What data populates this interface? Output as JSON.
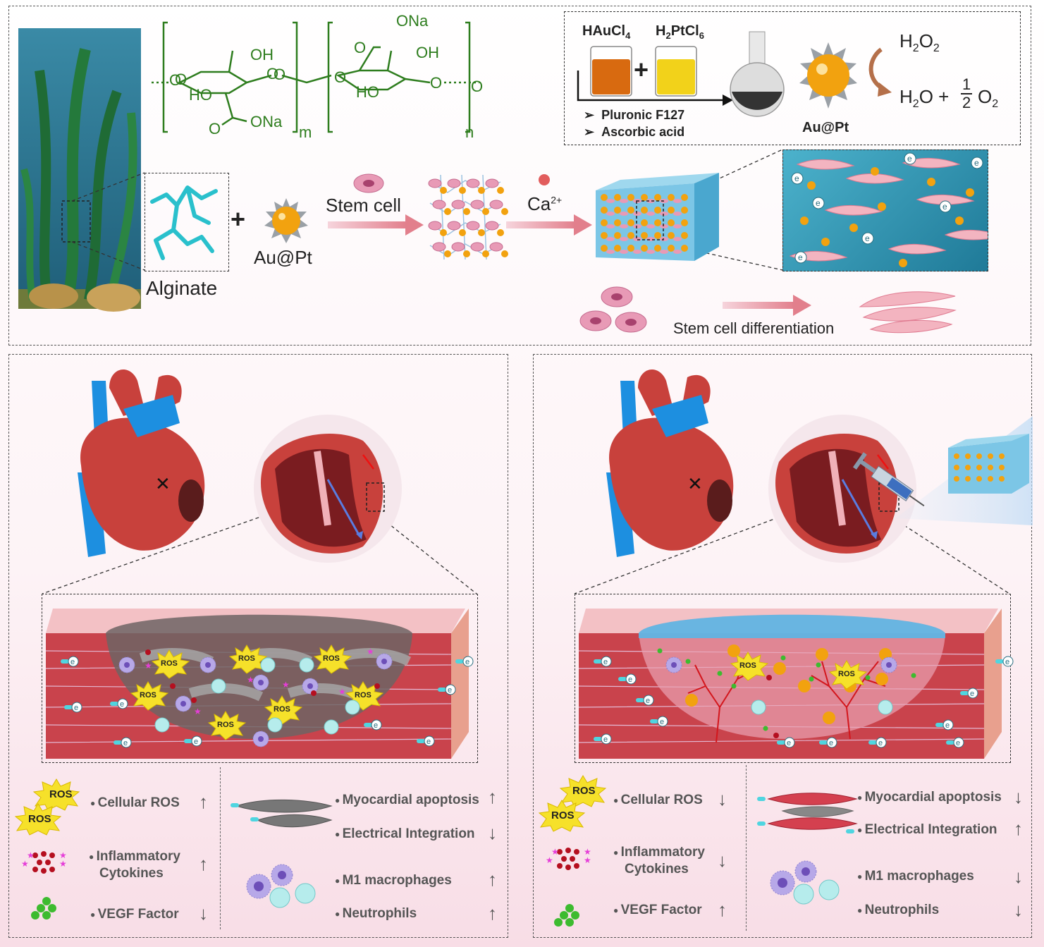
{
  "top": {
    "alginate_label": "Alginate",
    "chem": {
      "oh1": "OH",
      "o1": "O",
      "ho1": "HO",
      "o2": "O",
      "o3": "O",
      "ona1": "ONa",
      "m": "m",
      "ona2": "ONa",
      "o4": "O",
      "oh2": "OH",
      "ho2": "HO",
      "o5": "O",
      "o6": "O",
      "n": "n"
    },
    "synthesis": {
      "reagent1": "HAuCl",
      "reagent1_sub": "4",
      "reagent2": "H",
      "reagent2_sub": "2",
      "reagent2_rest": "PtCl",
      "reagent2_sub2": "6",
      "condition1": "Pluronic F127",
      "condition2": "Ascorbic acid",
      "product": "Au@Pt",
      "h2o2": "H",
      "h2o2_sub": "2",
      "h2o2_o": "O",
      "h2o2_sub2": "2",
      "products_h2o": "H",
      "products_h2o_sub": "2",
      "products_h2o_rest": "O +",
      "frac_num": "1",
      "frac_den": "2",
      "products_o2": "O",
      "products_o2_sub": "2"
    },
    "plus": "+",
    "aupt_label": "Au@Pt",
    "stem_cell_label": "Stem cell",
    "ca_label": "Ca",
    "ca_sup": "2+",
    "differentiation_label": "Stem cell differentiation",
    "e": "e"
  },
  "left": {
    "ros_burst_label": "ROS",
    "legend_col1": [
      {
        "label": "Cellular ROS",
        "trend": "↑"
      },
      {
        "label": "Inflammatory",
        "label2": "Cytokines",
        "trend": "↑"
      },
      {
        "label": "VEGF Factor",
        "trend": "↓"
      }
    ],
    "legend_col2": [
      {
        "label": "Myocardial apoptosis",
        "trend": "↑"
      },
      {
        "label": "Electrical Integration",
        "trend": "↓"
      },
      {
        "label": "M1 macrophages",
        "trend": "↑"
      },
      {
        "label": "Neutrophils",
        "trend": "↑"
      }
    ]
  },
  "right": {
    "ros_burst_label": "ROS",
    "legend_col1": [
      {
        "label": "Cellular ROS",
        "trend": "↓"
      },
      {
        "label": "Inflammatory",
        "label2": "Cytokines",
        "trend": "↓"
      },
      {
        "label": "VEGF Factor",
        "trend": "↑"
      }
    ],
    "legend_col2": [
      {
        "label": "Myocardial apoptosis",
        "trend": "↓"
      },
      {
        "label": "Electrical Integration",
        "trend": "↑"
      },
      {
        "label": "M1 macrophages",
        "trend": "↓"
      },
      {
        "label": "Neutrophils",
        "trend": "↓"
      }
    ]
  },
  "colors": {
    "seaweed": "#1f6b35",
    "water": "#2f7c96",
    "gold": "#f2a20f",
    "hydrogel": "#5cc2dc",
    "cell": "#e89ab6",
    "muscle": "#c9434c",
    "heart": "#c8413c",
    "vessel": "#1d8fe0",
    "chem_green": "#2e7d1e"
  }
}
